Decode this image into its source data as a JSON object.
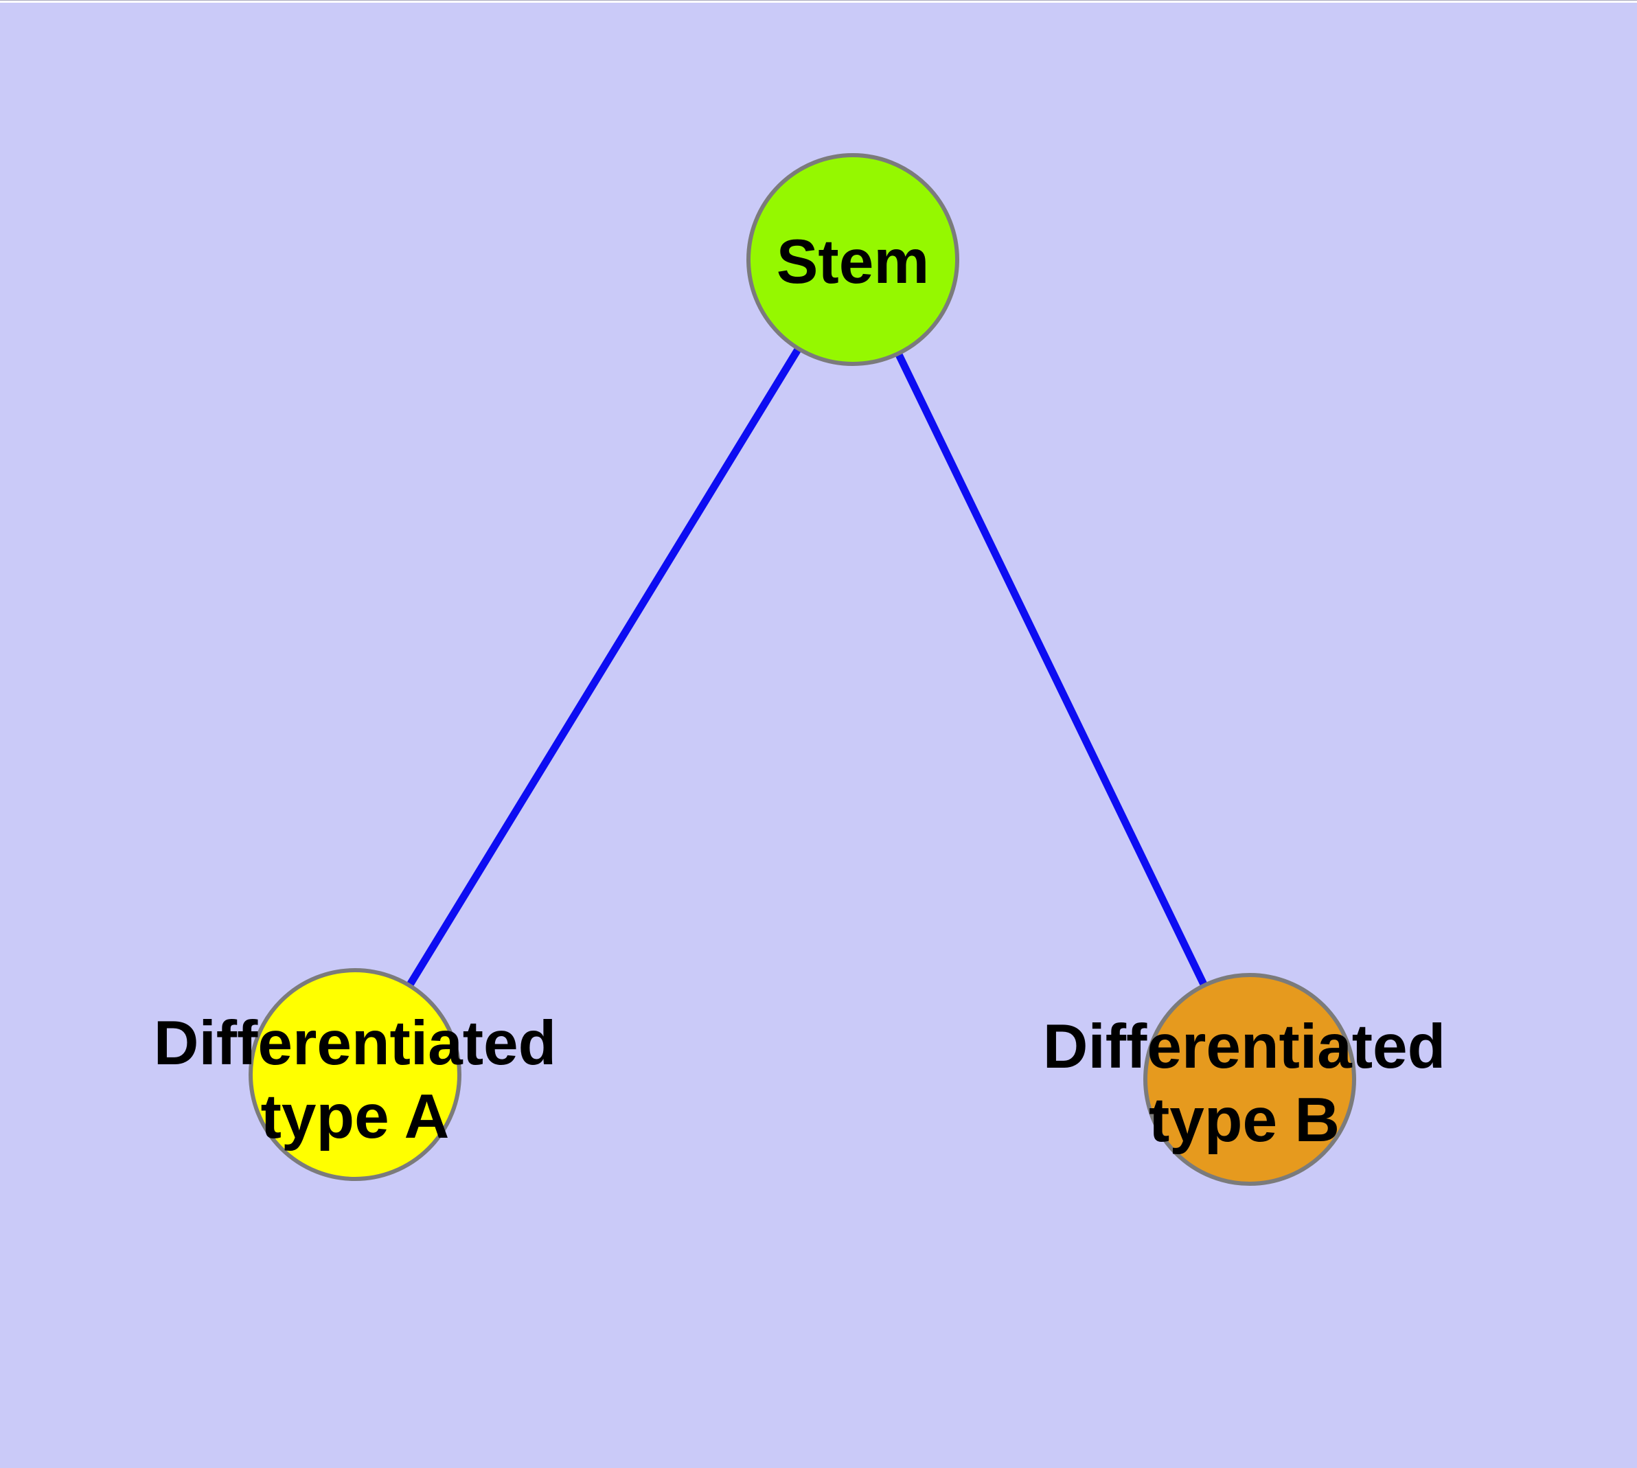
{
  "canvas": {
    "background": "#CACAF8",
    "top_edge_highlight": "#FFFFFF",
    "top_edge_hairline": "#A9A9BC"
  },
  "diagram": {
    "type": "node-link-graph",
    "label_color": "#000000",
    "edge_color": "#0D0DF2",
    "node_border_color": "#7B7B7B",
    "nodes": [
      {
        "id": "stem",
        "label": "Stem",
        "label_lines": [
          "Stem"
        ],
        "fill": "#95F800"
      },
      {
        "id": "differentiated-type-a",
        "label": "Differentiated type A",
        "label_lines": [
          "Differentiated",
          "type A"
        ],
        "fill": "#FFFF00"
      },
      {
        "id": "differentiated-type-b",
        "label": "Differentiated type B",
        "label_lines": [
          "Differentiated",
          "type B"
        ],
        "fill": "#E69A1E"
      }
    ],
    "edges": [
      {
        "from": "Stem",
        "to": "Differentiated type A"
      },
      {
        "from": "Stem",
        "to": "Differentiated type B"
      }
    ]
  }
}
